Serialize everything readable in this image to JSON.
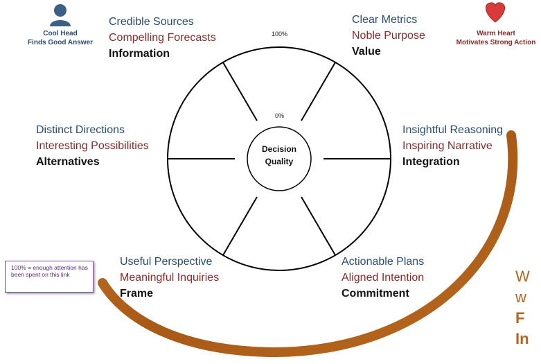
{
  "top_scale_label": "100%",
  "inner_scale_label": "0%",
  "center": {
    "line1": "Decision",
    "line2": "Quality"
  },
  "head": {
    "line1": "Cool Head",
    "line2": "Finds Good Answer"
  },
  "heart": {
    "line1": "Warm Heart",
    "line2": "Motivates Strong Action"
  },
  "segments": {
    "information": {
      "blue": "Credible Sources",
      "red": "Compelling Forecasts",
      "title": "Information"
    },
    "value": {
      "blue": "Clear Metrics",
      "red": "Noble Purpose",
      "title": "Value"
    },
    "alternatives": {
      "blue": "Distinct Directions",
      "red": "Interesting Possibilities",
      "title": "Alternatives"
    },
    "integration": {
      "blue": "Insightful Reasoning",
      "red": "Inspiring Narrative",
      "title": "Integration"
    },
    "frame": {
      "blue": "Useful Perspective",
      "red": "Meaningful Inquiries",
      "title": "Frame"
    },
    "commitment": {
      "blue": "Actionable Plans",
      "red": "Aligned Intention",
      "title": "Commitment"
    }
  },
  "note": "100% = enough attention has been spent on this link",
  "right_partial": {
    "l1": "W",
    "l2": "w",
    "l3": "F",
    "l4": "In"
  },
  "colors": {
    "blue_text": "#2b4c6f",
    "red_text": "#8a2a2a",
    "arc": "#b0621a",
    "heart": "#d93a3a",
    "note_border": "#7c4a9a"
  }
}
